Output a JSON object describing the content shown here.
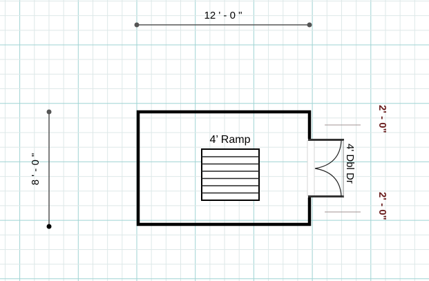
{
  "dimensions": {
    "width_label": "12 ' - 0 \"",
    "height_label": "8 ' - 0 \"",
    "door_offset_top": "2' - 0\"",
    "door_offset_bottom": "2' - 0\""
  },
  "objects": {
    "ramp_label": "4’ Ramp",
    "door_label": "4' Dbl Dr"
  },
  "colors": {
    "major_grid": "#9ed3d3",
    "minor_grid": "#dde8e8",
    "wall": "#000000",
    "dim_red": "#6b1f1f"
  }
}
